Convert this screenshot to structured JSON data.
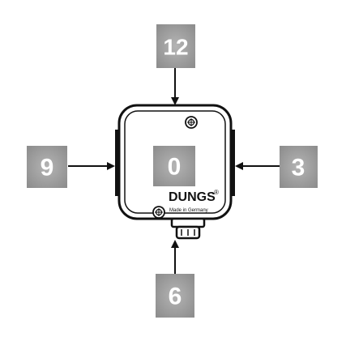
{
  "diagram": {
    "positions": [
      {
        "id": "top",
        "label": "12"
      },
      {
        "id": "right",
        "label": "3"
      },
      {
        "id": "bottom",
        "label": "6"
      },
      {
        "id": "left",
        "label": "9"
      },
      {
        "id": "center",
        "label": "0"
      }
    ],
    "device": {
      "brand": "DUNGS",
      "registered_mark": "®",
      "origin": "Made in Germany"
    }
  },
  "colors": {
    "label_box": "#9a9a9a",
    "label_box_center": "#a6a6a6",
    "label_text": "#ffffff",
    "outline": "#111111",
    "arrow": "#111111"
  }
}
